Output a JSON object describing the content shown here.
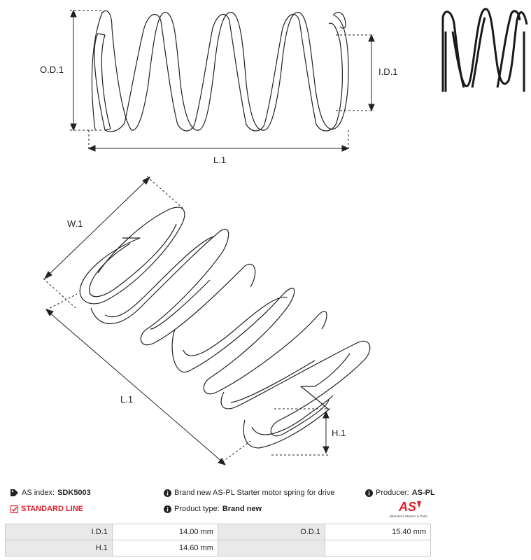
{
  "drawing_labels": {
    "od1": "O.D.1",
    "id1": "I.D.1",
    "l1_top": "L.1",
    "w1": "W.1",
    "l1_bottom": "L.1",
    "h1": "H.1"
  },
  "info": {
    "as_index_label": "AS index:",
    "as_index_value": "SDK5003",
    "description": "Brand new AS-PL Starter motor spring for drive",
    "producer_label": "Producer:",
    "producer_value": "AS-PL",
    "line_label": "STANDARD LINE",
    "product_type_label": "Product type:",
    "product_type_value": "Brand new"
  },
  "logo": {
    "mark": "AS",
    "tagline": "Alternators Starters & Parts"
  },
  "specs": [
    {
      "label1": "I.D.1",
      "value1": "14.00 mm",
      "label2": "O.D.1",
      "value2": "15.40 mm"
    },
    {
      "label1": "H.1",
      "value1": "14.60 mm",
      "label2": "",
      "value2": ""
    }
  ],
  "colors": {
    "accent_red": "#e0202a",
    "table_label_bg": "#e9e9e9",
    "table_border": "#c9c9c9"
  }
}
